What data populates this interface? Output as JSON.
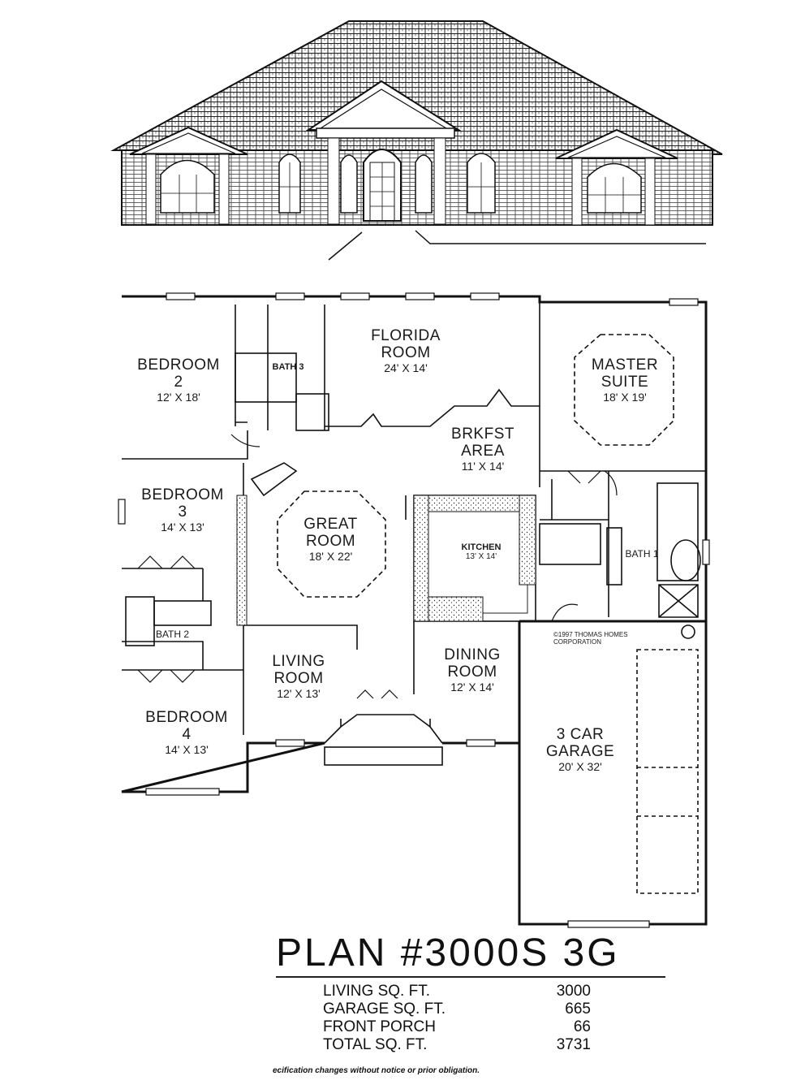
{
  "rooms": {
    "bedroom2": {
      "name": "BEDROOM",
      "num": "2",
      "size": "12' X 18'"
    },
    "bath3": {
      "name": "BATH 3"
    },
    "florida": {
      "name": "FLORIDA",
      "name2": "ROOM",
      "size": "24' X 14'"
    },
    "master": {
      "name": "MASTER",
      "name2": "SUITE",
      "size": "18' X 19'"
    },
    "brkfst": {
      "name": "BRKFST",
      "name2": "AREA",
      "size": "11' X 14'"
    },
    "bedroom3": {
      "name": "BEDROOM",
      "num": "3",
      "size": "14' X 13'"
    },
    "great": {
      "name": "GREAT",
      "name2": "ROOM",
      "size": "18' X 22'"
    },
    "kitchen": {
      "name": "KITCHEN",
      "size": "13' X 14'"
    },
    "bath1": {
      "name": "BATH 1"
    },
    "bath2": {
      "name": "BATH 2"
    },
    "living": {
      "name": "LIVING",
      "name2": "ROOM",
      "size": "12' X 13'"
    },
    "dining": {
      "name": "DINING",
      "name2": "ROOM",
      "size": "12' X 14'"
    },
    "bedroom4": {
      "name": "BEDROOM",
      "num": "4",
      "size": "14' X 13'"
    },
    "garage": {
      "name": "3 CAR",
      "name2": "GARAGE",
      "size": "20' X 32'"
    }
  },
  "copyright": "©1997 THOMAS HOMES CORPORATION",
  "plan_title": "PLAN #3000S 3G",
  "stats": [
    {
      "label": "LIVING SQ. FT.",
      "value": "3000"
    },
    {
      "label": "GARAGE SQ. FT.",
      "value": "665"
    },
    {
      "label": "FRONT PORCH",
      "value": "66"
    },
    {
      "label": "TOTAL SQ. FT.",
      "value": "3731"
    }
  ],
  "footnote": "ecification changes without notice or prior obligation."
}
